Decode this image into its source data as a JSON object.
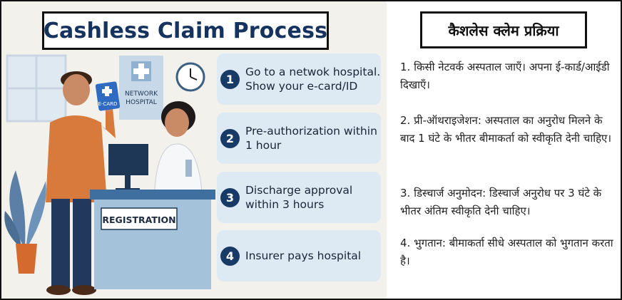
{
  "left_panel": {
    "title": "Cashless Claim Process",
    "illustration": {
      "network_sign_line1": "NETWORK",
      "network_sign_line2": "HOSPITAL",
      "ecard_label": "E-CARD",
      "desk_label": "REGISTRATION"
    },
    "steps": [
      {
        "number": "1",
        "text": "Go to a netwok hospital. Show your e-card/ID"
      },
      {
        "number": "2",
        "text": "Pre-authorization within 1 hour"
      },
      {
        "number": "3",
        "text": "Discharge approval within 3 hours"
      },
      {
        "number": "4",
        "text": "Insurer pays hospital"
      }
    ],
    "colors": {
      "title": "#16335f",
      "step_bg": "#dde9f3",
      "number_bg": "#183a66"
    }
  },
  "right_panel": {
    "title": "कैशलेस क्लेम प्रक्रिया",
    "paragraphs": [
      "1. किसी नेटवर्क अस्पताल जाएँ। अपना ई-कार्ड/आईडी दिखाएँ।",
      "2. प्री-ऑथराइजेशन: अस्पताल का अनुरोध मिलने के बाद 1 घंटे के भीतर बीमाकर्ता को स्वीकृति देनी चाहिए।",
      "3. डिस्चार्ज अनुमोदन: डिस्चार्ज अनुरोध पर 3 घंटे के भीतर अंतिम स्वीकृति देनी चाहिए।",
      "4. भुगतान: बीमाकर्ता सीधे अस्पताल को भुगतान करता है।"
    ]
  }
}
